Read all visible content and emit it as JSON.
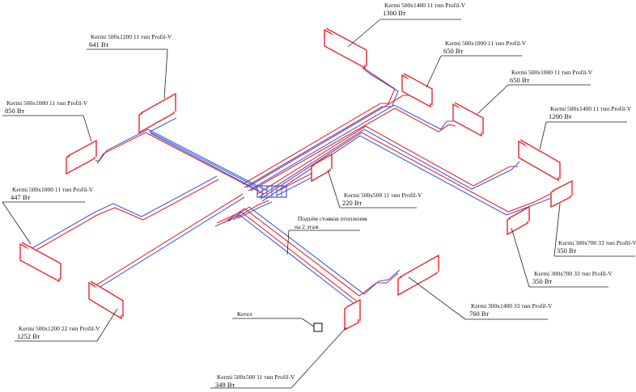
{
  "diagram": {
    "colors": {
      "supply": "#e8262a",
      "return": "#3b5fe0",
      "leader": "#222222"
    },
    "radiators": [
      {
        "model": "Kermi 500x1400 11 тип Profil-V",
        "power": "1300 Вт"
      },
      {
        "model": "Kermi 500x1200 11 тип Profil-V",
        "power": "641 Вт"
      },
      {
        "model": "Kermi 500x1000 11 тип Profil-V",
        "power": "650 Вт"
      },
      {
        "model": "Kermi 500x1000 11 тип Profil-V",
        "power": "650 Вт"
      },
      {
        "model": "Kermi 500x1400 11 тип Profil-V",
        "power": "1200 Вт"
      },
      {
        "model": "Kermi 500x1000 11 тип Profil-V",
        "power": "850 Вт"
      },
      {
        "model": "Kermi 500x1000 11 тип Profil-V",
        "power": "447 Вт"
      },
      {
        "model": "Kermi 500x500 11 тип Profil-V",
        "power": "220 Вт"
      },
      {
        "model": "Kermi 300x700 33 тип Profil-V",
        "power": "350 Вт"
      },
      {
        "model": "Kermi 300x700 33 тип Profil-V",
        "power": "350 Вт"
      },
      {
        "model": "Kermi 300x1400 33 тип Profil-V",
        "power": "760 Вт"
      },
      {
        "model": "Kermi 500x1200 22 тип Profil-V",
        "power": "1252 Вт"
      },
      {
        "model": "Kermi 500x500 11 тип Profil-V",
        "power": "349 Вт"
      }
    ],
    "riser_note": {
      "line1": "Подъём стояков отопления",
      "line2": "на 2 этаж"
    },
    "boiler": {
      "label": "Котел"
    }
  }
}
